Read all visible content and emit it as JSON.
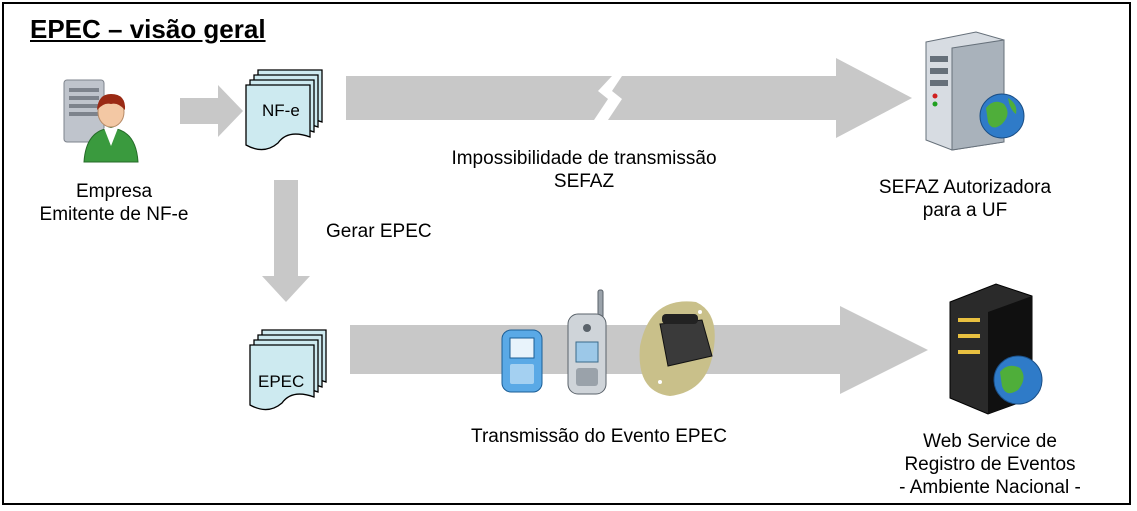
{
  "title": "EPEC – visão geral",
  "docs": {
    "nfe": "NF-e",
    "epec": "EPEC"
  },
  "labels": {
    "empresa_line1": "Empresa",
    "empresa_line2": "Emitente de NF-e",
    "impossibilidade_line1": "Impossibilidade de transmissão",
    "impossibilidade_line2": "SEFAZ",
    "sefaz_line1": "SEFAZ Autorizadora",
    "sefaz_line2": "para a UF",
    "gerar": "Gerar EPEC",
    "transmissao": "Transmissão do Evento EPEC",
    "ws_line1": "Web Service de",
    "ws_line2": "Registro de Eventos",
    "ws_line3": "- Ambiente Nacional -"
  },
  "icons": [
    "user-server-icon",
    "server-globe-icon",
    "blackberry-icon",
    "cellphone-icon",
    "desk-phone-icon",
    "rack-server-globe-icon"
  ],
  "colors": {
    "arrow": "#c8c8c8",
    "doc": "#cdeaf0",
    "frame": "#000000"
  }
}
